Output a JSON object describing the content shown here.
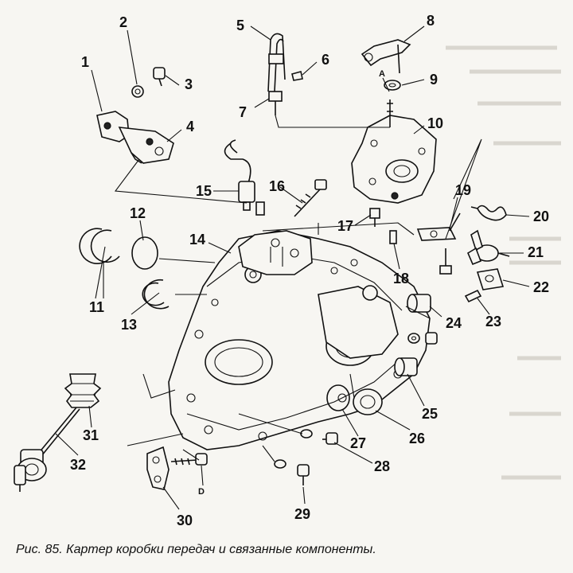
{
  "caption": "Рис. 85. Картер коробки передач и связанные компоненты.",
  "callouts": [
    "1",
    "2",
    "3",
    "4",
    "5",
    "6",
    "7",
    "8",
    "9",
    "10",
    "11",
    "12",
    "13",
    "14",
    "15",
    "16",
    "17",
    "18",
    "19",
    "20",
    "21",
    "22",
    "23",
    "24",
    "25",
    "26",
    "27",
    "28",
    "29",
    "30",
    "31",
    "32"
  ],
  "markers": {
    "a": "A",
    "d": "D"
  }
}
